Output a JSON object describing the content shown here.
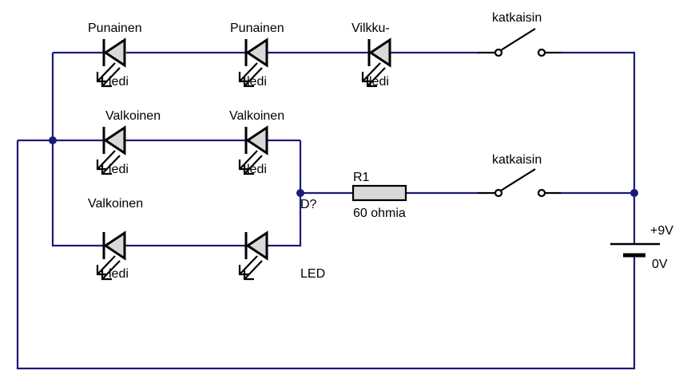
{
  "colors": {
    "wire": "#1a1a7a",
    "component_stroke": "#000000",
    "component_fill": "#d9d9d9",
    "node": "#1a1a7a",
    "text": "#000000",
    "background": "#ffffff"
  },
  "labels": {
    "d1_name": "Punainen",
    "d1_sub": "ledi",
    "d2_name": "Punainen",
    "d2_sub": "ledi",
    "d3_name": "Vilkku-",
    "d3_sub": "ledi",
    "switch_top": "katkaisin",
    "d4_name": "Valkoinen",
    "d4_sub": "ledi",
    "d5_name": "Valkoinen",
    "d5_sub": "ledi",
    "d6_name": "Valkoinen",
    "d6_sub": "ledi",
    "d7_name": "LED",
    "d7_ref": "D?",
    "resistor_ref": "R1",
    "resistor_value": "60 ohmia",
    "switch_mid": "katkaisin",
    "battery_plus": "+9V",
    "battery_minus": "0V"
  },
  "icons": {
    "led": "led-symbol-icon",
    "switch": "switch-symbol-icon",
    "resistor": "resistor-symbol-icon",
    "battery": "battery-symbol-icon"
  }
}
